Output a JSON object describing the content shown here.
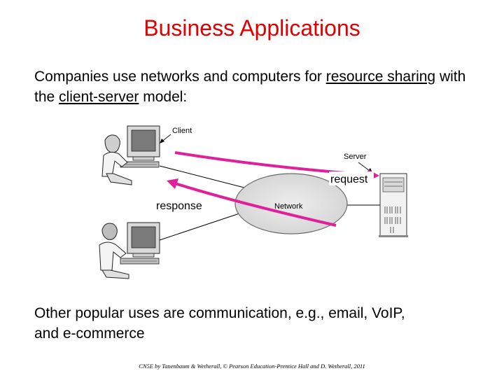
{
  "slide": {
    "title": "Business Applications",
    "intro": {
      "part1": "Companies use networks and computers for ",
      "link1": "resource sharing",
      "part2": " with the ",
      "link2": "client-server",
      "part3": " model:"
    },
    "outro": {
      "line1": "Other popular uses are communication, e.g., email, VoIP,",
      "line2": "and e-commerce"
    },
    "footer": "CN5E by Tanenbaum & Wetherall, © Pearson Education-Prentice Hall and D. Wetherall, 2011"
  },
  "diagram": {
    "client_label": "Client",
    "server_label": "Server",
    "network_label": "Network",
    "request_label": "request",
    "response_label": "response",
    "arrow_color": "#e0209a"
  }
}
